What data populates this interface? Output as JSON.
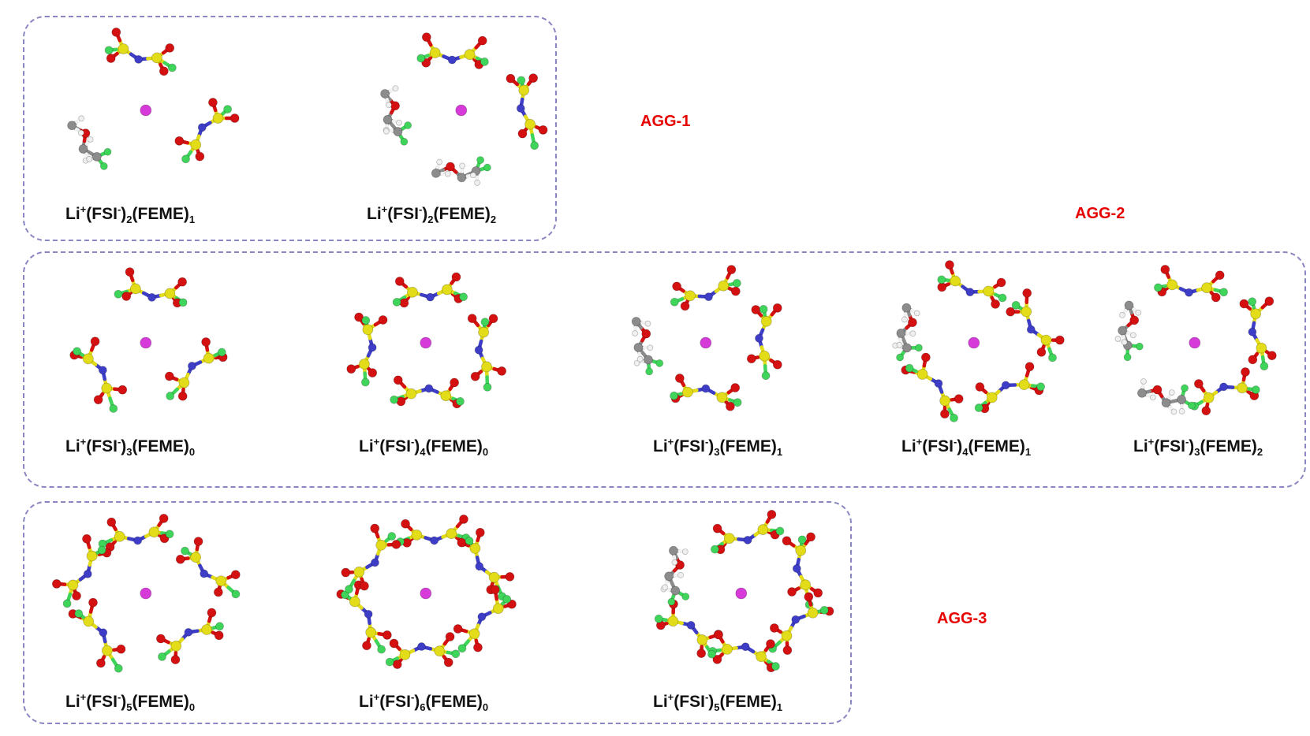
{
  "colors": {
    "lithium": "#d63bd9",
    "sulfur": "#e3dc18",
    "oxygen": "#d41010",
    "fluorine": "#3fd45a",
    "nitrogen": "#3d3dc8",
    "carbon": "#8c8c8c",
    "hydrogen": "#f0f0f0",
    "group_border": "#8a86c2",
    "group_label": "#e60000"
  },
  "groups": [
    {
      "label": "AGG-1"
    },
    {
      "label": "AGG-2"
    },
    {
      "label": "AGG-3"
    }
  ],
  "structures": [
    {
      "group": "AGG-1",
      "label": {
        "prefix": "Li",
        "charge": "+",
        "anion": "(FSI",
        "anion_charge": "-",
        "anion_close": ")",
        "anion_count": "2",
        "solvent": "(FEME)",
        "solvent_count": "1"
      },
      "fsi_count": 2,
      "feme_count": 1
    },
    {
      "group": "AGG-1",
      "label": {
        "prefix": "Li",
        "charge": "+",
        "anion": "(FSI",
        "anion_charge": "-",
        "anion_close": ")",
        "anion_count": "2",
        "solvent": "(FEME)",
        "solvent_count": "2"
      },
      "fsi_count": 2,
      "feme_count": 2
    },
    {
      "group": "AGG-2",
      "label": {
        "prefix": "Li",
        "charge": "+",
        "anion": "(FSI",
        "anion_charge": "-",
        "anion_close": ")",
        "anion_count": "3",
        "solvent": "(FEME)",
        "solvent_count": "0"
      },
      "fsi_count": 3,
      "feme_count": 0
    },
    {
      "group": "AGG-2",
      "label": {
        "prefix": "Li",
        "charge": "+",
        "anion": "(FSI",
        "anion_charge": "-",
        "anion_close": ")",
        "anion_count": "4",
        "solvent": "(FEME)",
        "solvent_count": "0"
      },
      "fsi_count": 4,
      "feme_count": 0
    },
    {
      "group": "AGG-2",
      "label": {
        "prefix": "Li",
        "charge": "+",
        "anion": "(FSI",
        "anion_charge": "-",
        "anion_close": ")",
        "anion_count": "3",
        "solvent": "(FEME)",
        "solvent_count": "1"
      },
      "fsi_count": 3,
      "feme_count": 1
    },
    {
      "group": "AGG-2",
      "label": {
        "prefix": "Li",
        "charge": "+",
        "anion": "(FSI",
        "anion_charge": "-",
        "anion_close": ")",
        "anion_count": "4",
        "solvent": "(FEME)",
        "solvent_count": "1"
      },
      "fsi_count": 4,
      "feme_count": 1
    },
    {
      "group": "AGG-2",
      "label": {
        "prefix": "Li",
        "charge": "+",
        "anion": "(FSI",
        "anion_charge": "-",
        "anion_close": ")",
        "anion_count": "3",
        "solvent": "(FEME)",
        "solvent_count": "2"
      },
      "fsi_count": 3,
      "feme_count": 2
    },
    {
      "group": "AGG-3",
      "label": {
        "prefix": "Li",
        "charge": "+",
        "anion": "(FSI",
        "anion_charge": "-",
        "anion_close": ")",
        "anion_count": "5",
        "solvent": "(FEME)",
        "solvent_count": "0"
      },
      "fsi_count": 5,
      "feme_count": 0
    },
    {
      "group": "AGG-3",
      "label": {
        "prefix": "Li",
        "charge": "+",
        "anion": "(FSI",
        "anion_charge": "-",
        "anion_close": ")",
        "anion_count": "6",
        "solvent": "(FEME)",
        "solvent_count": "0"
      },
      "fsi_count": 6,
      "feme_count": 0
    },
    {
      "group": "AGG-3",
      "label": {
        "prefix": "Li",
        "charge": "+",
        "anion": "(FSI",
        "anion_charge": "-",
        "anion_close": ")",
        "anion_count": "5",
        "solvent": "(FEME)",
        "solvent_count": "1"
      },
      "fsi_count": 5,
      "feme_count": 1
    }
  ]
}
